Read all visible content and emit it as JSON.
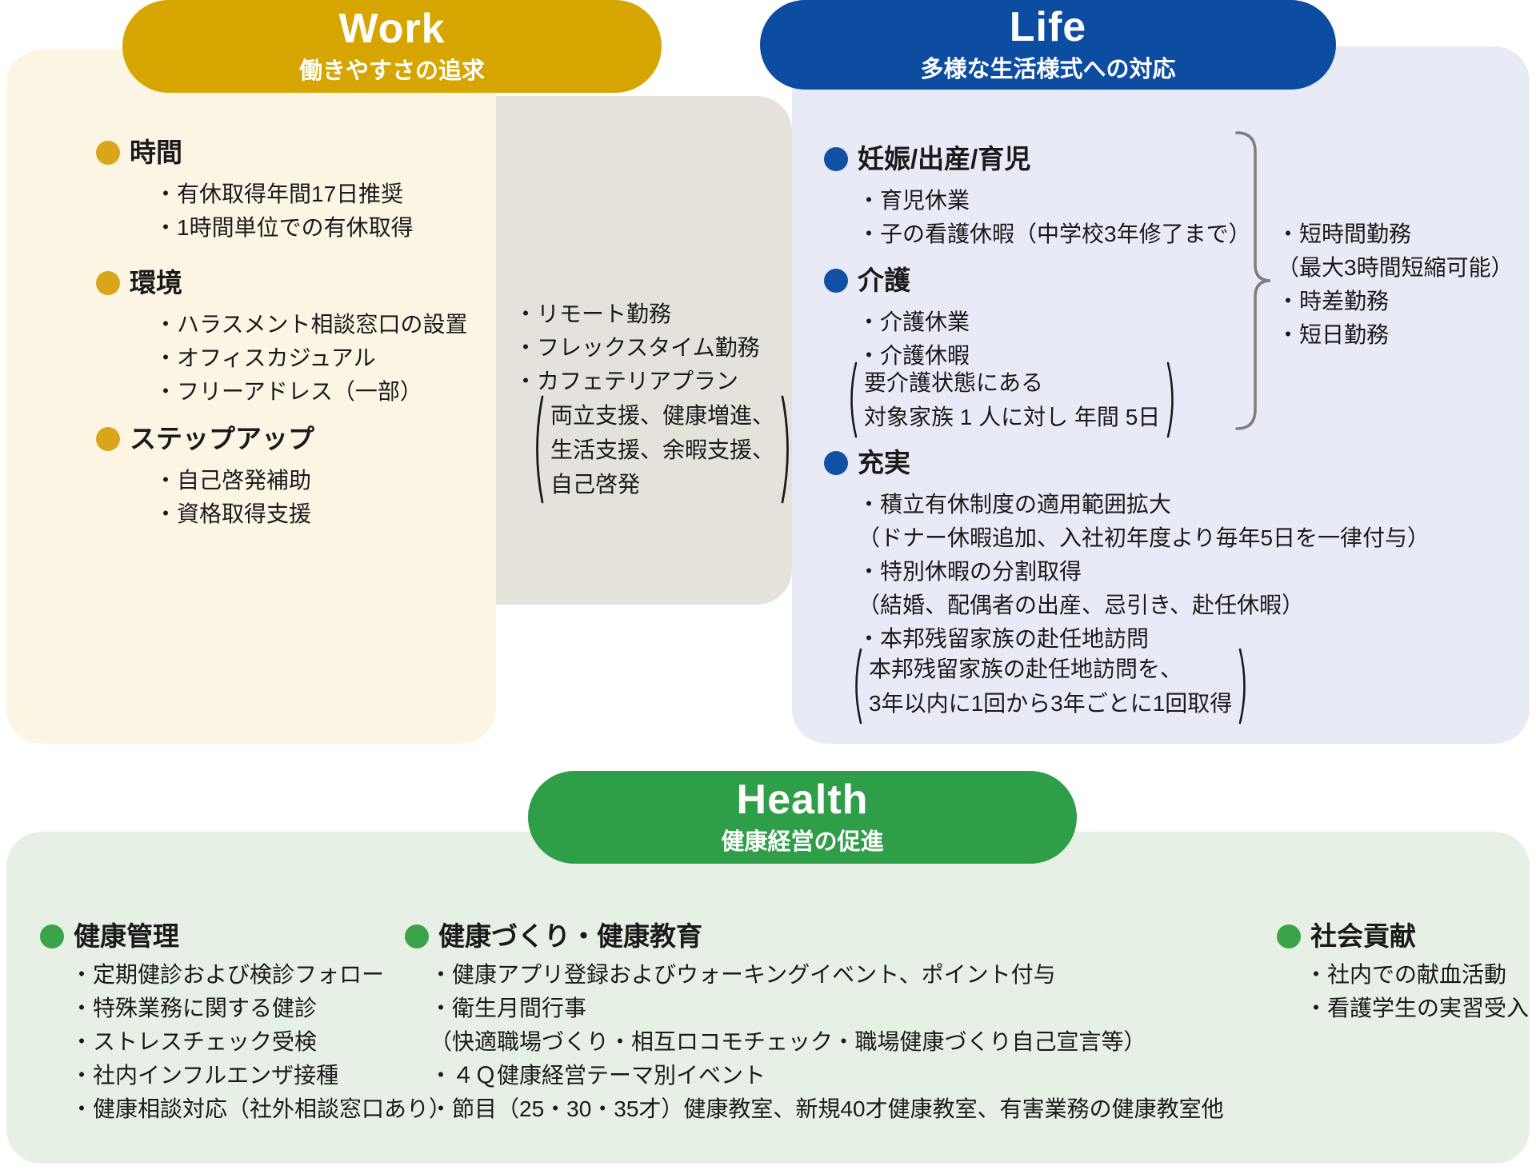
{
  "colors": {
    "work_accent": "#D7A500",
    "life_accent": "#0C4DA2",
    "health_accent": "#2F9E49",
    "work_panel_bg": "#FCF5E3",
    "shared_panel_bg": "#E5E2DC",
    "life_panel_bg": "#E8EAF5",
    "health_panel_bg": "#E7F0E4",
    "text": "#1a1a1a",
    "brace": "#7E7E7E"
  },
  "work": {
    "title": "Work",
    "subtitle": "働きやすさの追求",
    "groups": [
      {
        "heading": "時間",
        "items": [
          "・有休取得年間17日推奨",
          "・1時間単位での有休取得"
        ]
      },
      {
        "heading": "環境",
        "items": [
          "・ハラスメント相談窓口の設置",
          "・オフィスカジュアル",
          "・フリーアドレス（一部）"
        ]
      },
      {
        "heading": "ステップアップ",
        "items": [
          "・自己啓発補助",
          "・資格取得支援"
        ]
      }
    ]
  },
  "shared": {
    "items": [
      "・リモート勤務",
      "・フレックスタイム勤務",
      "・カフェテリアプラン"
    ],
    "note_lines": [
      "両立支援、健康増進、",
      "生活支援、余暇支援、",
      "自己啓発"
    ]
  },
  "life": {
    "title": "Life",
    "subtitle": "多様な生活様式への対応",
    "groups": [
      {
        "heading": "妊娠/出産/育児",
        "items": [
          "・育児休業",
          "・子の看護休暇（中学校3年修了まで）"
        ]
      },
      {
        "heading": "介護",
        "items": [
          "・介護休業",
          "・介護休暇"
        ],
        "note_lines": [
          "要介護状態にある",
          "対象家族 1 人に対し 年間 5日"
        ]
      },
      {
        "heading": "充実",
        "items": [
          "・積立有休制度の適用範囲拡大",
          "（ドナー休暇追加、入社初年度より毎年5日を一律付与）",
          "・特別休暇の分割取得",
          "（結婚、配偶者の出産、忌引き、赴任休暇）",
          "・本邦残留家族の赴任地訪問"
        ],
        "note_lines": [
          "本邦残留家族の赴任地訪問を、",
          "3年以内に1回から3年ごとに1回取得"
        ]
      }
    ],
    "flex_options": [
      "・短時間勤務",
      "（最大3時間短縮可能）",
      "・時差勤務",
      "・短日勤務"
    ]
  },
  "health": {
    "title": "Health",
    "subtitle": "健康経営の促進",
    "columns": [
      {
        "heading": "健康管理",
        "items": [
          "・定期健診および検診フォロー",
          "・特殊業務に関する健診",
          "・ストレスチェック受検",
          "・社内インフルエンザ接種",
          "・健康相談対応（社外相談窓口あり）"
        ]
      },
      {
        "heading": "健康づくり・健康教育",
        "items": [
          "・健康アプリ登録およびウォーキングイベント、ポイント付与",
          "・衛生月間行事",
          "（快適職場づくり・相互ロコモチェック・職場健康づくり自己宣言等）",
          "・４Ｑ健康経営テーマ別イベント",
          "・節目（25・30・35才）健康教室、新規40才健康教室、有害業務の健康教室他"
        ]
      },
      {
        "heading": "社会貢献",
        "items": [
          "・社内での献血活動",
          "・看護学生の実習受入"
        ]
      }
    ]
  }
}
